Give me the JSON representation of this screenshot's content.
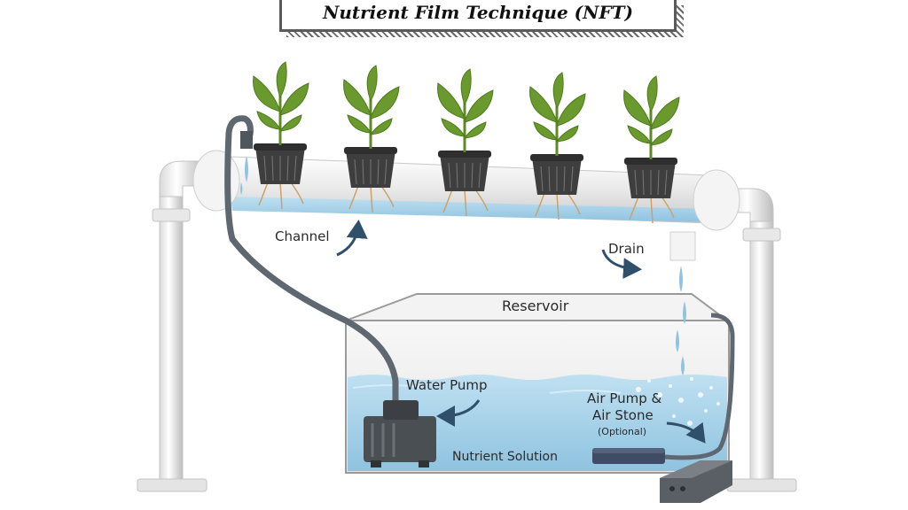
{
  "title": "Nutrient Film Technique (NFT)",
  "labels": {
    "channel": "Channel",
    "drain": "Drain",
    "reservoir": "Reservoir",
    "water_pump": "Water Pump",
    "air_pump_line1": "Air Pump &",
    "air_pump_line2": "Air Stone",
    "optional": "(Optional)",
    "nutrient_solution": "Nutrient Solution"
  },
  "colors": {
    "pipe": "#f1f1f1",
    "water": "#a9d4ea",
    "leaf": "#6a9a2e",
    "pot": "#3e3e3e",
    "hose": "#5f6870",
    "arrow": "#2f4f6a"
  },
  "plants": [
    {
      "id": "plant-1"
    },
    {
      "id": "plant-2"
    },
    {
      "id": "plant-3"
    },
    {
      "id": "plant-4"
    },
    {
      "id": "plant-5"
    }
  ]
}
